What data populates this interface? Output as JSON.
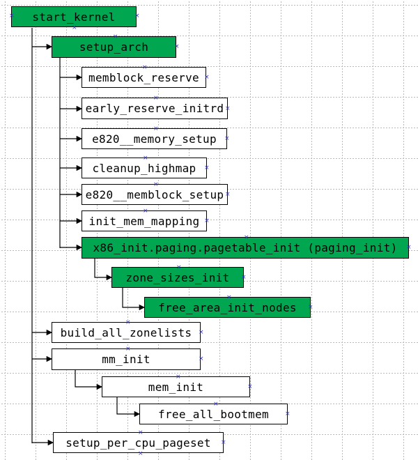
{
  "diagram": {
    "colors": {
      "highlight": "#00a650",
      "plain": "#ffffff",
      "line": "#000000",
      "handle": "#3333cc"
    },
    "nodes": {
      "start_kernel": "start_kernel",
      "setup_arch": "setup_arch",
      "memblock_reserve": "memblock_reserve",
      "early_reserve_initrd": "early_reserve_initrd",
      "e820_memory_setup": "e820__memory_setup",
      "cleanup_highmap": "cleanup_highmap",
      "e820_memblock_setup": "e820__memblock_setup",
      "init_mem_mapping": "init_mem_mapping",
      "x86_init_paging": "x86_init.paging.pagetable_init (paging_init)",
      "zone_sizes_init": "zone_sizes_init",
      "free_area_init_nodes": "free_area_init_nodes",
      "build_all_zonelists": "build_all_zonelists",
      "mm_init": "mm_init",
      "mem_init": "mem_init",
      "free_all_bootmem": "free_all_bootmem",
      "setup_per_cpu_pageset": "setup_per_cpu_pageset"
    }
  }
}
